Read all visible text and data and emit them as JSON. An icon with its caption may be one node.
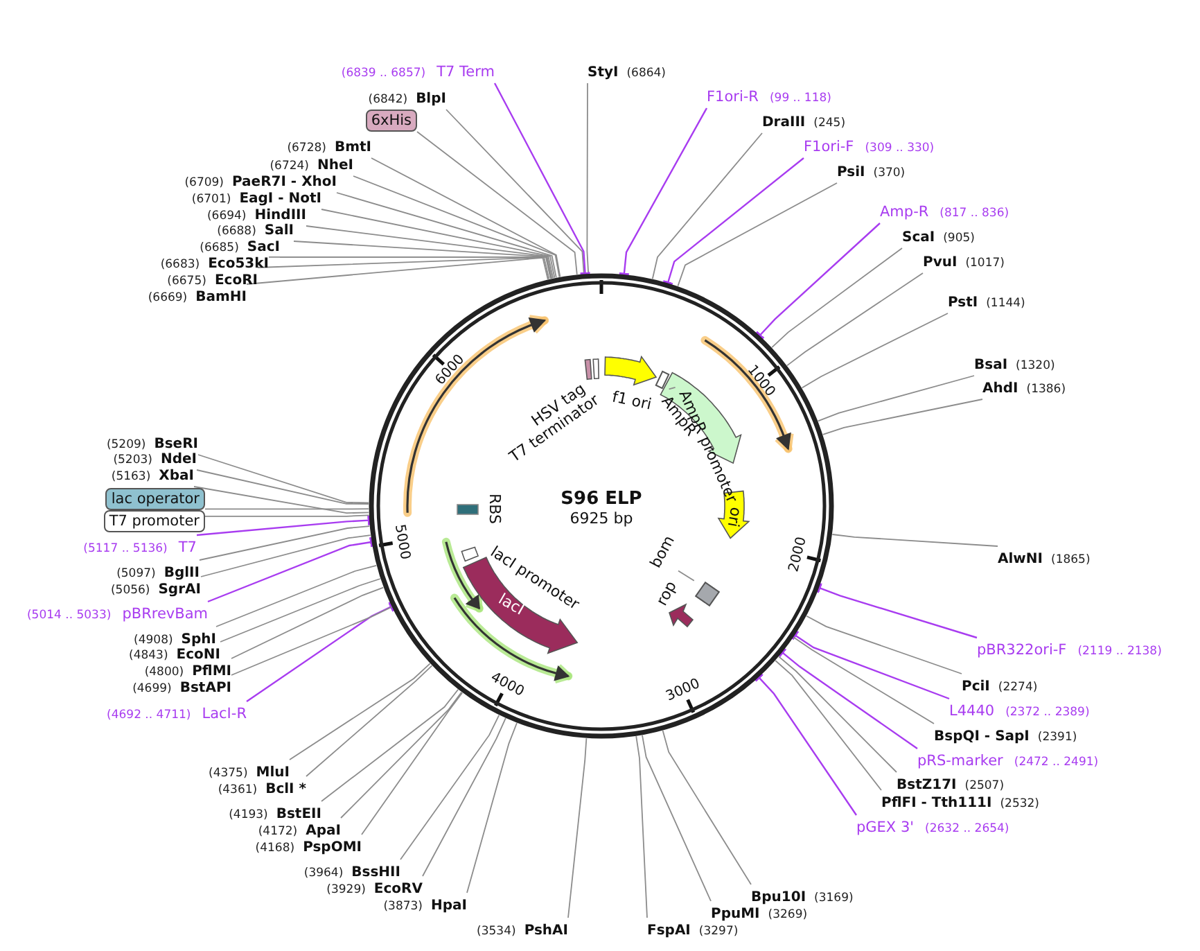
{
  "diagram": {
    "title": "S96 ELP",
    "nodes": [
      {
        "text": [
          "StyI",
          "(6864)"
        ]
      },
      {
        "text": [
          "F1ori-R",
          "(99 .. 118)"
        ]
      },
      {
        "text": [
          "DraIII",
          "(245)"
        ]
      },
      {
        "text": [
          "F1ori-F",
          "(309 .. 330)"
        ]
      },
      {
        "text": [
          "PsiI",
          "(370)"
        ]
      },
      {
        "text": [
          "Amp-R",
          "(817 .. 836)"
        ]
      },
      {
        "text": [
          "ScaI",
          "(905)"
        ]
      },
      {
        "text": [
          "PvuI",
          "(1017)"
        ]
      },
      {
        "text": [
          "PstI",
          "(1144)"
        ]
      },
      {
        "text": [
          "BsaI",
          "(1320)"
        ]
      },
      {
        "text": [
          "AhdI",
          "(1386)"
        ]
      },
      {
        "text": [
          "AlwNI",
          "(1865)"
        ]
      },
      {
        "text": [
          "pBR322ori-F",
          "(2119 .. 2138)"
        ]
      },
      {
        "text": [
          "PciI",
          "(2274)"
        ]
      },
      {
        "text": [
          "L4440",
          "(2372 .. 2389)"
        ]
      },
      {
        "text": [
          "BspQI - SapI",
          "(2391)"
        ]
      },
      {
        "text": [
          "pRS-marker",
          "(2472 .. 2491)"
        ]
      },
      {
        "text": [
          "BstZ17I",
          "(2507)"
        ]
      },
      {
        "text": [
          "PflFI - Tth111I",
          "(2532)"
        ]
      },
      {
        "text": [
          "pGEX 3'",
          "(2632 .. 2654)"
        ]
      },
      {
        "text": [
          "Bpu10I",
          "(3169)"
        ]
      },
      {
        "text": [
          "PpuMI",
          "(3269)"
        ]
      },
      {
        "text": [
          "FspAI",
          "(3297)"
        ]
      },
      {
        "text": [
          "(3534)",
          "PshAI"
        ]
      },
      {
        "text": [
          "(3873)",
          "HpaI"
        ]
      },
      {
        "text": [
          "(3929)",
          "EcoRV"
        ]
      },
      {
        "text": [
          "(3964)",
          "BssHII"
        ]
      },
      {
        "text": [
          "(4168)",
          "PspOMI"
        ]
      },
      {
        "text": [
          "(4172)",
          "ApaI"
        ]
      },
      {
        "text": [
          "(4193)",
          "BstEII"
        ]
      },
      {
        "text": [
          "(4361)",
          "BclI *"
        ]
      },
      {
        "text": [
          "(4375)",
          "MluI"
        ]
      },
      {
        "text": [
          "(4692 .. 4711)",
          "LacI-R"
        ]
      },
      {
        "text": [
          "(4699)",
          "BstAPI"
        ]
      },
      {
        "text": [
          "(4800)",
          "PflMI"
        ]
      },
      {
        "text": [
          "(4843)",
          "EcoNI"
        ]
      },
      {
        "text": [
          "(4908)",
          "SphI"
        ]
      },
      {
        "text": [
          "(5014 .. 5033)",
          "pBRrevBam"
        ]
      },
      {
        "text": [
          "(5056)",
          "SgrAI"
        ]
      },
      {
        "text": [
          "(5097)",
          "BglII"
        ]
      },
      {
        "text": [
          "(5117 .. 5136)",
          "T7"
        ]
      },
      {
        "text": [
          "T7 promoter"
        ]
      },
      {
        "text": [
          "lac operator"
        ]
      },
      {
        "text": [
          "(5163)",
          "XbaI"
        ]
      },
      {
        "text": [
          "(5203)",
          "NdeI"
        ]
      },
      {
        "text": [
          "(5209)",
          "BseRI"
        ]
      },
      {
        "text": [
          "(6669)",
          "BamHI"
        ]
      },
      {
        "text": [
          "(6675)",
          "EcoRI"
        ]
      },
      {
        "text": [
          "(6683)",
          "Eco53kI"
        ]
      },
      {
        "text": [
          "(6685)",
          "SacI"
        ]
      },
      {
        "text": [
          "(6688)",
          "SalI"
        ]
      },
      {
        "text": [
          "(6694)",
          "HindIII"
        ]
      },
      {
        "text": [
          "(6701)",
          "EagI - NotI"
        ]
      },
      {
        "text": [
          "(6709)",
          "PaeR7I - XhoI"
        ]
      },
      {
        "text": [
          "(6724)",
          "NheI"
        ]
      },
      {
        "text": [
          "(6728)",
          "BmtI"
        ]
      },
      {
        "text": [
          "6xHis"
        ]
      },
      {
        "text": [
          "(6842)",
          "BlpI"
        ]
      },
      {
        "text": [
          "(6839 .. 6857)",
          "T7 Term"
        ]
      },
      {
        "text": [],
        "shape": "circle"
      },
      {
        "text": [
          "HSV tag"
        ],
        "in": 59
      },
      {
        "text": [
          "T7 terminator"
        ],
        "in": 59
      },
      {
        "text": [
          "f1 ori"
        ],
        "in": 59
      },
      {
        "text": [
          "AmpR"
        ],
        "in": 59
      },
      {
        "text": [
          "AmpR promoter"
        ],
        "in": 59
      },
      {
        "text": [
          "ori"
        ],
        "in": 59
      },
      {
        "text": [
          "bom"
        ],
        "in": 59
      },
      {
        "text": [
          "rop"
        ],
        "in": 59
      },
      {
        "text": [
          "lacI promoter"
        ],
        "in": 59
      },
      {
        "text": [
          "lacI"
        ],
        "in": 59
      },
      {
        "text": [
          "RBS"
        ],
        "in": 59
      },
      {
        "text": [],
        "shape": "box",
        "in": 59
      },
      {
        "text": [],
        "shape": "box",
        "in": 59
      }
    ],
    "edges": [
      {
        "from": 0,
        "to": 59,
        "arrow": "none"
      },
      {
        "from": 1,
        "to": 59,
        "arrow": "other",
        "color": "#a83cf0"
      },
      {
        "from": 2,
        "to": 59,
        "arrow": "none"
      },
      {
        "from": 3,
        "to": 59,
        "arrow": "other",
        "color": "#a83cf0"
      },
      {
        "from": 4,
        "to": 59,
        "arrow": "none"
      },
      {
        "from": 5,
        "to": 59,
        "arrow": "other",
        "color": "#a83cf0"
      },
      {
        "from": 6,
        "to": 59,
        "arrow": "none"
      },
      {
        "from": 7,
        "to": 59,
        "arrow": "none"
      },
      {
        "from": 8,
        "to": 59,
        "arrow": "none"
      },
      {
        "from": 9,
        "to": 59,
        "arrow": "none"
      },
      {
        "from": 10,
        "to": 59,
        "arrow": "none"
      },
      {
        "from": 11,
        "to": 59,
        "arrow": "none"
      },
      {
        "from": 12,
        "to": 59,
        "arrow": "other",
        "color": "#a83cf0"
      },
      {
        "from": 13,
        "to": 59,
        "arrow": "none"
      },
      {
        "from": 14,
        "to": 59,
        "arrow": "other",
        "color": "#a83cf0"
      },
      {
        "from": 15,
        "to": 59,
        "arrow": "none"
      },
      {
        "from": 16,
        "to": 59,
        "arrow": "other",
        "color": "#a83cf0"
      },
      {
        "from": 17,
        "to": 59,
        "arrow": "none"
      },
      {
        "from": 18,
        "to": 59,
        "arrow": "none"
      },
      {
        "from": 19,
        "to": 59,
        "arrow": "other",
        "color": "#a83cf0"
      },
      {
        "from": 20,
        "to": 59,
        "arrow": "none"
      },
      {
        "from": 21,
        "to": 59,
        "arrow": "none"
      },
      {
        "from": 22,
        "to": 59,
        "arrow": "none"
      },
      {
        "from": 23,
        "to": 59,
        "arrow": "none"
      },
      {
        "from": 24,
        "to": 59,
        "arrow": "none"
      },
      {
        "from": 25,
        "to": 59,
        "arrow": "none"
      },
      {
        "from": 26,
        "to": 59,
        "arrow": "none"
      },
      {
        "from": 27,
        "to": 59,
        "arrow": "none"
      },
      {
        "from": 28,
        "to": 59,
        "arrow": "none"
      },
      {
        "from": 29,
        "to": 59,
        "arrow": "none"
      },
      {
        "from": 30,
        "to": 59,
        "arrow": "none"
      },
      {
        "from": 31,
        "to": 59,
        "arrow": "none"
      },
      {
        "from": 32,
        "to": 59,
        "arrow": "other",
        "color": "#a83cf0"
      },
      {
        "from": 33,
        "to": 59,
        "arrow": "none"
      },
      {
        "from": 34,
        "to": 59,
        "arrow": "none"
      },
      {
        "from": 35,
        "to": 59,
        "arrow": "none"
      },
      {
        "from": 36,
        "to": 59,
        "arrow": "none"
      },
      {
        "from": 37,
        "to": 59,
        "arrow": "other",
        "color": "#a83cf0"
      },
      {
        "from": 38,
        "to": 59,
        "arrow": "none"
      },
      {
        "from": 39,
        "to": 59,
        "arrow": "none"
      },
      {
        "from": 40,
        "to": 59,
        "arrow": "other",
        "color": "#a83cf0"
      },
      {
        "from": 41,
        "to": 59,
        "arrow": "none"
      },
      {
        "from": 42,
        "to": 59,
        "arrow": "none"
      },
      {
        "from": 43,
        "to": 59,
        "arrow": "none"
      },
      {
        "from": 44,
        "to": 59,
        "arrow": "none"
      },
      {
        "from": 45,
        "to": 59,
        "arrow": "none"
      },
      {
        "from": 46,
        "to": 59,
        "arrow": "none"
      },
      {
        "from": 47,
        "to": 59,
        "arrow": "none"
      },
      {
        "from": 48,
        "to": 59,
        "arrow": "none"
      },
      {
        "from": 49,
        "to": 59,
        "arrow": "none"
      },
      {
        "from": 50,
        "to": 59,
        "arrow": "none"
      },
      {
        "from": 51,
        "to": 59,
        "arrow": "none"
      },
      {
        "from": 52,
        "to": 59,
        "arrow": "none"
      },
      {
        "from": 53,
        "to": 59,
        "arrow": "none"
      },
      {
        "from": 54,
        "to": 59,
        "arrow": "none"
      },
      {
        "from": 55,
        "to": 59,
        "arrow": "none"
      },
      {
        "from": 56,
        "to": 59,
        "arrow": "none"
      },
      {
        "from": 57,
        "to": 59,
        "arrow": "none"
      },
      {
        "from": 58,
        "to": 59,
        "arrow": "other",
        "color": "#a83cf0"
      },
      {
        "from": 64,
        "to": 71,
        "arrow": "none"
      },
      {
        "from": 66,
        "to": 72,
        "arrow": "none"
      }
    ],
    "labels": [
      "6925 bp",
      "1000",
      "2000",
      "3000",
      "4000",
      "5000",
      "6000"
    ]
  }
}
